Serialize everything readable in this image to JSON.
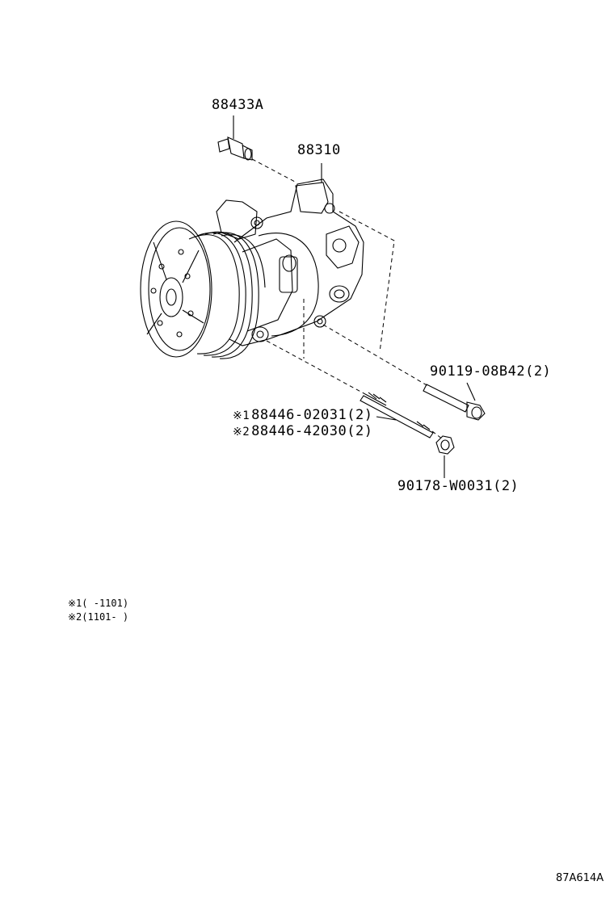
{
  "parts": {
    "switch": "88433A",
    "compressor": "88310",
    "bolt": "90119-08B42(2)",
    "stud1": "88446-02031(2)",
    "stud2": "88446-42030(2)",
    "nut": "90178-W0031(2)",
    "stud1_mark": "※1",
    "stud2_mark": "※2"
  },
  "notes": {
    "note1_mark": "※1",
    "note1_text": "(     -1101)",
    "note2_mark": "※2",
    "note2_text": "(1101-      )"
  },
  "diagram_code": "87A614A"
}
